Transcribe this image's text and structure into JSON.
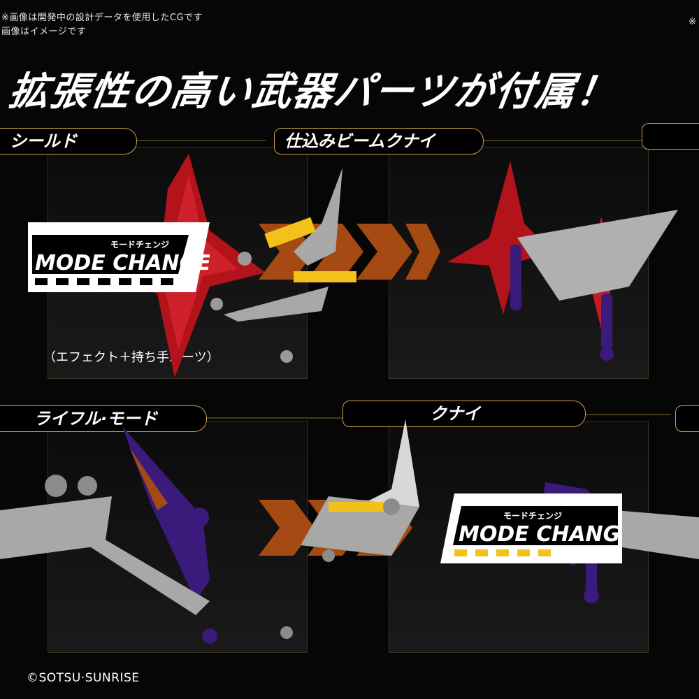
{
  "notes": {
    "left_line1": "※画像は開発中の設計データを使用したCGです",
    "left_line2": "画像はイメージです",
    "right_mark": "※"
  },
  "headline": "拡張性の高い武器パーツが付属！",
  "panels": {
    "shield": {
      "label": "シールド",
      "caption": "（エフェクト＋持ち手パーツ）"
    },
    "beam_kunai": {
      "label": "仕込みビームクナイ"
    },
    "rifle_mode": {
      "label": "ライフル·モード"
    },
    "kunai": {
      "label": "クナイ"
    }
  },
  "badges": {
    "top": {
      "small": "モードチェンジ",
      "big": "MODE CHANGE"
    },
    "bottom": {
      "small": "モードチェンジ",
      "big": "MODE CHANGE"
    }
  },
  "copyright": "©SOTSU·SUNRISE",
  "colors": {
    "background": "#060606",
    "gold_border": "#c9a24a",
    "arrow_orange": "#a44a12",
    "effect_red": "#b3141c",
    "weapon_purple": "#3a1a7a",
    "weapon_gray": "#a8a8a8",
    "accent_yellow": "#f2c21a"
  }
}
